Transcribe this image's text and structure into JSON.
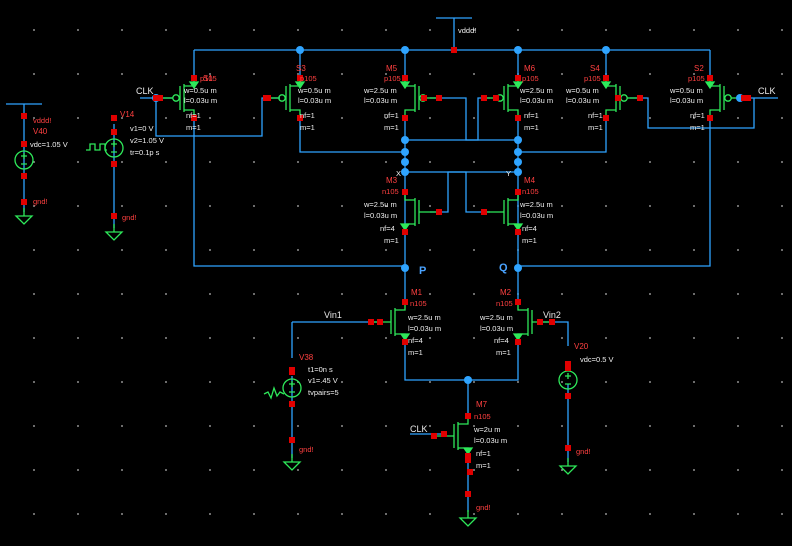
{
  "window": {
    "title": "Virtuoso schematic canvas"
  },
  "colors": {
    "wire": "#2fa4ff",
    "device": "#2ee85a",
    "pin": "#e00000",
    "text": "#ff4040",
    "label": "#eaeaea",
    "background": "#000000"
  },
  "nets": {
    "vdd": "vddd!",
    "gnd": "gnd!",
    "clk": "CLK",
    "p": "P",
    "q": "Q",
    "x": "X",
    "y": "Y",
    "vin1": "Vin1",
    "vin2": "Vin2"
  },
  "pmos_params": {
    "model": "p105",
    "w_small": "w=0.5u m",
    "w_big": "w=2.5u m",
    "l": "l=0.03u m",
    "nf": "nf=1",
    "m": "m=1"
  },
  "nmos_params": {
    "model": "n105",
    "w_diff": "w=2.5u m",
    "w_tail": "w=2u m",
    "l": "l=0.03u m",
    "nf4": "nf=4",
    "nf1": "nf=1",
    "m": "m=1"
  },
  "devices": {
    "s1": "S1",
    "s3": "S3",
    "m5": "M5",
    "m6": "M6",
    "s4": "S4",
    "s2": "S2",
    "m3": "M3",
    "m4": "M4",
    "m1": "M1",
    "m2": "M2",
    "m7": "M7"
  },
  "sources": {
    "v40": {
      "name": "V40",
      "vdc": "vdc=1.05 V"
    },
    "v14": {
      "name": "V14",
      "v1": "v1=0 V",
      "v2": "v2=1.05 V",
      "tr": "tr=0.1p s"
    },
    "v38": {
      "name": "V38",
      "t1": "t1=0n s",
      "v1": "v1=.45 V",
      "tvpairs": "tvpairs=5"
    },
    "v20": {
      "name": "V20",
      "vdc": "vdc=0.5 V"
    }
  }
}
